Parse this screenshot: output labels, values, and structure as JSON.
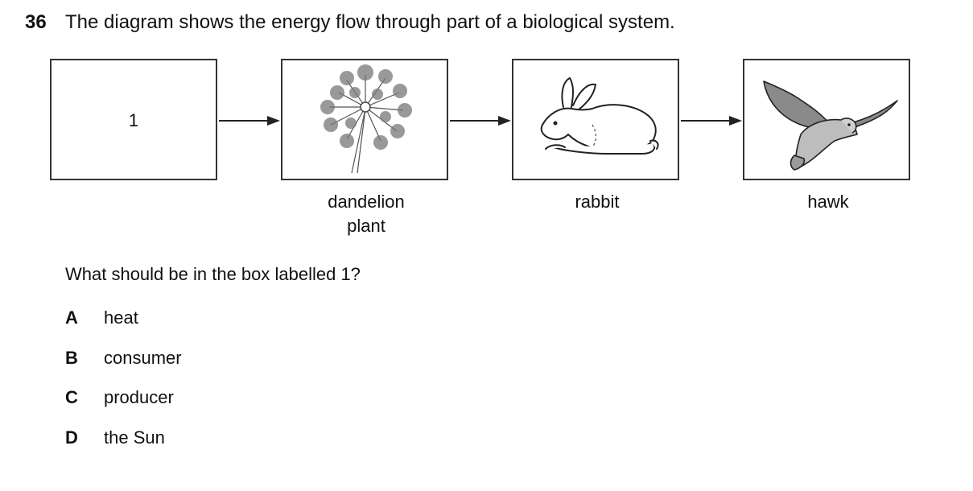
{
  "question": {
    "number": "36",
    "stem": "The diagram shows the energy flow through part of a biological system."
  },
  "diagram": {
    "boxes": [
      {
        "label": "1",
        "caption": ""
      },
      {
        "label": "",
        "caption_line1": "dandelion",
        "caption_line2": "plant",
        "icon": "dandelion-icon"
      },
      {
        "label": "",
        "caption": "rabbit",
        "icon": "rabbit-icon"
      },
      {
        "label": "",
        "caption": "hawk",
        "icon": "hawk-icon"
      }
    ]
  },
  "prompt": "What should be in the box labelled 1?",
  "options": [
    {
      "letter": "A",
      "text": "heat"
    },
    {
      "letter": "B",
      "text": "consumer"
    },
    {
      "letter": "C",
      "text": "producer"
    },
    {
      "letter": "D",
      "text": "the Sun"
    }
  ]
}
